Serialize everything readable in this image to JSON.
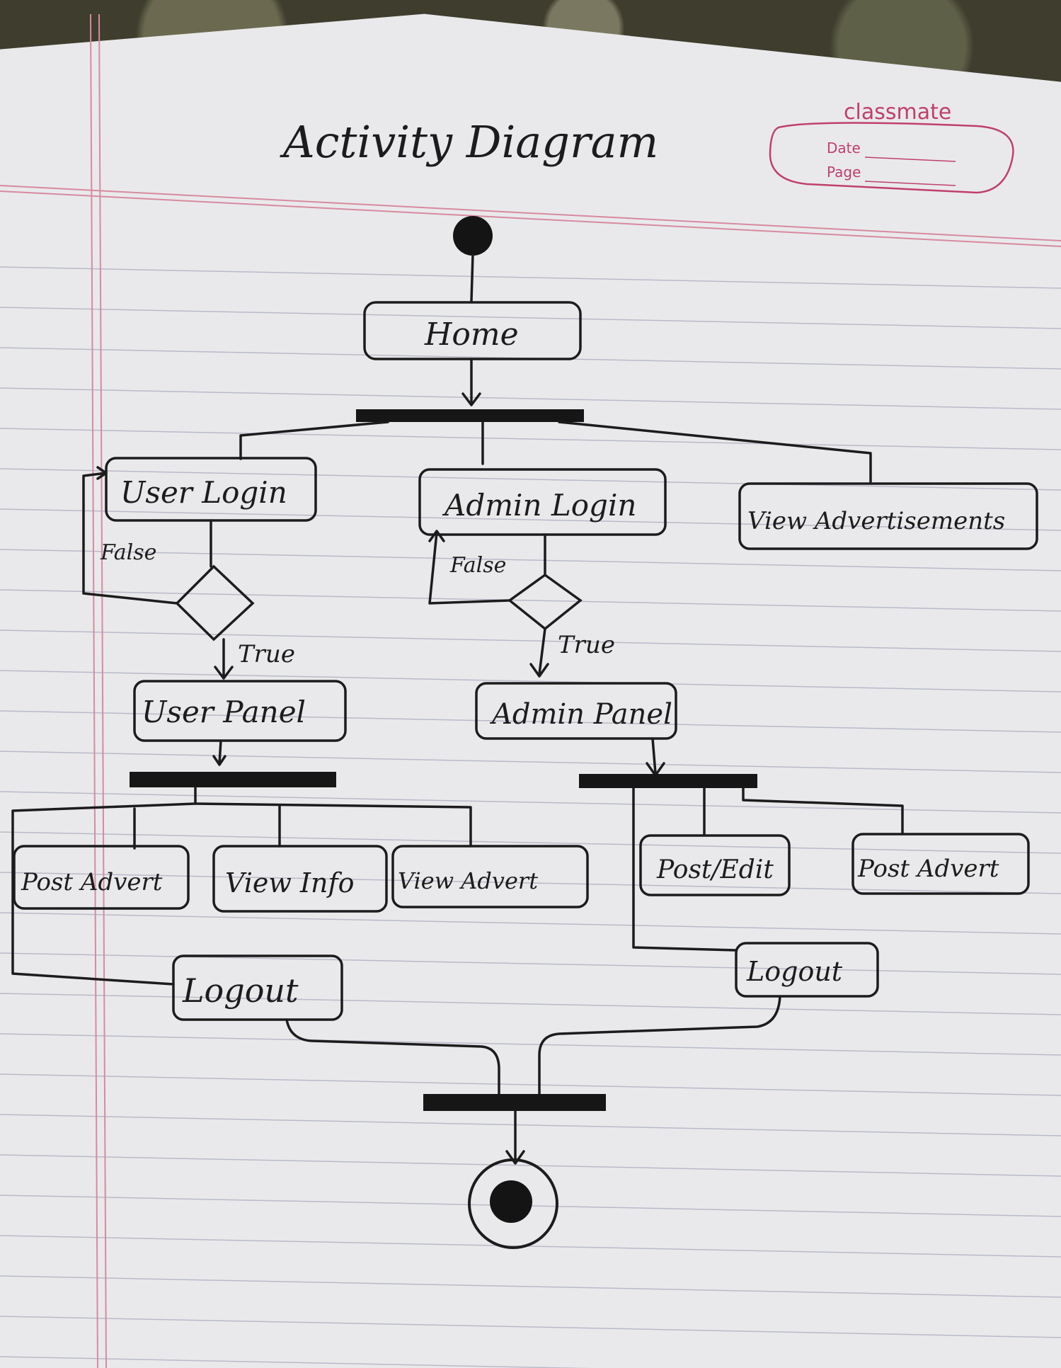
{
  "title": "Activity Diagram",
  "stamp": {
    "brand": "classmate",
    "date_label": "Date",
    "page_label": "Page"
  },
  "nodes": {
    "home": "Home",
    "user_login": "User Login",
    "admin_login": "Admin Login",
    "view_advertisements": "View Advertisements",
    "user_panel": "User Panel",
    "admin_panel": "Admin Panel",
    "post_advert_user": "Post Advert",
    "view_info": "View Info",
    "view_advert": "View Advert",
    "post_edit": "Post/Edit",
    "post_advert_admin": "Post Advert",
    "logout_user": "Logout",
    "logout_admin": "Logout"
  },
  "guards": {
    "user_false": "False",
    "user_true": "True",
    "admin_false": "False",
    "admin_true": "True"
  },
  "colors": {
    "ink": "#1c1c1c",
    "paper": "#e9e9eb",
    "rule_line": "#b8bac8",
    "margin_line": "#d78aa0",
    "stamp": "#c0406a"
  }
}
